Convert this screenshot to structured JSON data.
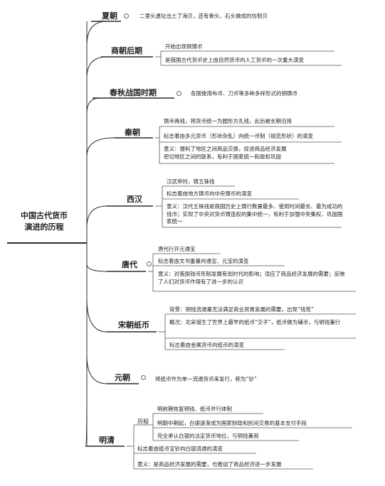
{
  "root": {
    "title_line1": "中国古代货币",
    "title_line2": "演进的历程"
  },
  "eras": [
    {
      "name": "夏朝",
      "leaves": [
        "二里头遗址出土了海贝，还有骨头、石头做成的仿制贝"
      ]
    },
    {
      "name": "商朝后期",
      "leaves": [
        "开始出现铜铸币",
        "是我国古代货币史上由自然货币向人工货币的一次重大演变"
      ]
    },
    {
      "name": "春秋战国时期",
      "leaves": [
        "各国使用布币、刀币等多种多样形式的铜铸币"
      ]
    },
    {
      "name": "秦朝",
      "leaves": [
        "铸半两钱，将货币统一为圆形方孔钱，此后被长期沿用",
        "标志着由多元货币（形状杂乱）向统一币制（规范形状）的演变",
        "意义：便利了地区之间商品交换，促进商品经济发展\n密切地区之间的联系，有利于国家统一和政权巩固"
      ]
    },
    {
      "name": "西汉",
      "leaves": [
        "汉武帝时，铸五铢钱",
        "标志着由地方铸币向中央铸币的演变",
        "意义：汉代五铢钱是我国历史上铸行数量最多、使用时间最长、最为成功的钱币；实现了中央对货币铸造权的集中统一，有利于加强中央集权、巩固国家统一"
      ]
    },
    {
      "name": "唐代",
      "leaves": [
        "唐代行开元通宝",
        "标志着由文书重量向通宝、元宝的演变",
        "意义：对我国钱币形制发展有划时代的影响；适应了商品经济发展的需要；反映了人们对货币作用有了进一步的认识"
      ]
    },
    {
      "name": "宋朝纸币",
      "leaves": [
        "背景：铜钱流通量无法满足商业贸易发展的需要，出现“钱荒”",
        "概况：北宋诞生了世界上最早的纸币“交子”，纸币做为辅币，与铜钱兼行",
        "标志着由金属货币向纸币的演变"
      ]
    },
    {
      "name": "元朝",
      "leaves": [
        "将纸币作为单一流通货币来发行，称为“钞”"
      ]
    },
    {
      "name": "明清",
      "sub_label": "历程",
      "sub_leaves": [
        "明前期恢复铜钱、纸币并行体制",
        "明朝中期起，白银逐渐成为国家财政和民间交易的基本支付手段",
        "完全承认白银的法定货币地位，与铜钱兼用"
      ],
      "leaves": [
        "标志着由纸币宝钞向白银流通的演变",
        "意义：是商品经济发展的需要，也推动了商品经济进一步发展"
      ]
    }
  ]
}
